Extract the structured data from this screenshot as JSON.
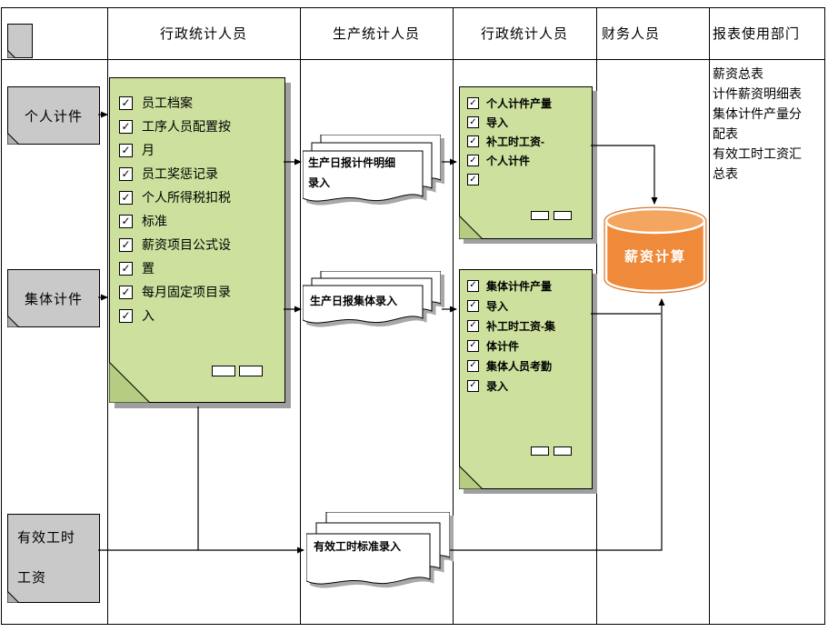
{
  "lanes": {
    "lane2": "行政统计人员",
    "lane3": "生产统计人员",
    "lane4": "行政统计人员",
    "lane5": "财务人员",
    "lane6": "报表使用部门"
  },
  "inputs": {
    "doc_personal": "个人计件",
    "doc_collective": "集体计件",
    "doc_hours_line1": "有效工时",
    "doc_hours_line2": "工资"
  },
  "admin_master_box": {
    "lines": [
      "员工档案",
      "工序人员配置按",
      "月",
      "员工奖惩记录",
      "个人所得税扣税",
      "标准",
      "薪资项目公式设",
      "置",
      "每月固定项目录",
      "入"
    ]
  },
  "production_entry": {
    "doc1_line1": "生产日报计件明细",
    "doc1_line2": "录入",
    "doc2": "生产日报集体录入",
    "doc3": "有效工时标准录入"
  },
  "admin_import_box1": {
    "lines": [
      "个人计件产量",
      "导入",
      "补工时工资-",
      "个人计件",
      ""
    ]
  },
  "admin_import_box2": {
    "lines": [
      "集体计件产量",
      "导入",
      "补工时工资-集",
      "体计件",
      "集体人员考勤",
      "录入"
    ]
  },
  "database": {
    "label": "薪资计算"
  },
  "reports": {
    "lines": [
      "薪资总表",
      "计件薪资明细表",
      "集体计件产量分",
      "配表",
      "有效工时工资汇",
      "总表"
    ]
  },
  "icons": {
    "check": "✓"
  },
  "colors": {
    "box-green": "#cde09d",
    "box-green-fold": "#b6cc81",
    "doc-gray": "#c9c9c9",
    "doc-gray-fold": "#b0b0b0",
    "db-orange": "#ef8a3a",
    "db-orange-light": "#f4a55f",
    "db-orange-rim": "#d9772b"
  }
}
